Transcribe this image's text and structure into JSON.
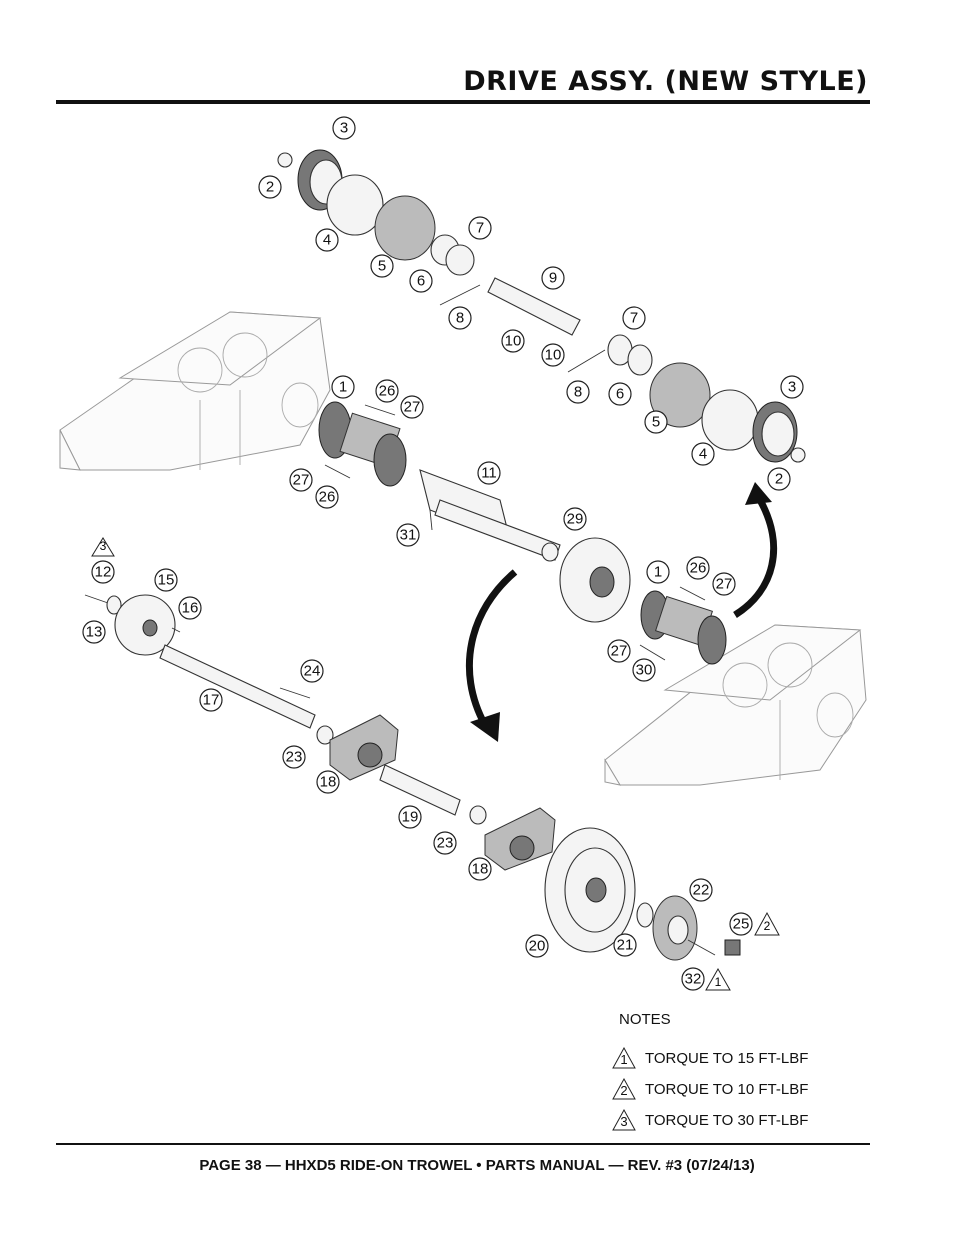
{
  "page": {
    "title": "DRIVE ASSY. (NEW STYLE)",
    "footer": "PAGE 38 — HHXD5 RIDE-ON TROWEL • PARTS MANUAL — REV. #3 (07/24/13)"
  },
  "callouts": [
    {
      "num": "3"
    },
    {
      "num": "2"
    },
    {
      "num": "4"
    },
    {
      "num": "5"
    },
    {
      "num": "6"
    },
    {
      "num": "7"
    },
    {
      "num": "9"
    },
    {
      "num": "8"
    },
    {
      "num": "10"
    },
    {
      "num": "10"
    },
    {
      "num": "7"
    },
    {
      "num": "8"
    },
    {
      "num": "6"
    },
    {
      "num": "3"
    },
    {
      "num": "5"
    },
    {
      "num": "4"
    },
    {
      "num": "2"
    },
    {
      "num": "1"
    },
    {
      "num": "26"
    },
    {
      "num": "27"
    },
    {
      "num": "27"
    },
    {
      "num": "26"
    },
    {
      "num": "11"
    },
    {
      "num": "29"
    },
    {
      "num": "31"
    },
    {
      "num": "12"
    },
    {
      "num": "15"
    },
    {
      "num": "16"
    },
    {
      "num": "13"
    },
    {
      "num": "26"
    },
    {
      "num": "1"
    },
    {
      "num": "27"
    },
    {
      "num": "27"
    },
    {
      "num": "30"
    },
    {
      "num": "24"
    },
    {
      "num": "17"
    },
    {
      "num": "23"
    },
    {
      "num": "18"
    },
    {
      "num": "19"
    },
    {
      "num": "23"
    },
    {
      "num": "18"
    },
    {
      "num": "22"
    },
    {
      "num": "25"
    },
    {
      "num": "20"
    },
    {
      "num": "21"
    },
    {
      "num": "32"
    }
  ],
  "torque_flags": [
    {
      "num": "3"
    },
    {
      "num": "2"
    },
    {
      "num": "1"
    }
  ],
  "notes": {
    "title": "NOTES",
    "items": [
      {
        "flag": "1",
        "text": "TORQUE TO 15 FT-LBF"
      },
      {
        "flag": "2",
        "text": "TORQUE TO 10 FT-LBF"
      },
      {
        "flag": "3",
        "text": "TORQUE TO 30 FT-LBF"
      }
    ]
  }
}
